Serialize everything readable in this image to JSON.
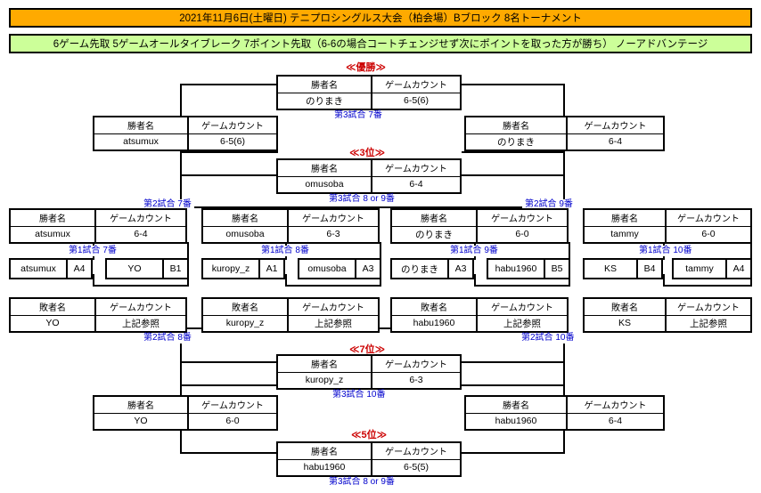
{
  "header": {
    "title": "2021年11月6日(土曜日)  テニプロシングルス大会（柏会場）Bブロック  8名トーナメント",
    "rules": "6ゲーム先取  5ゲームオールタイブレーク  7ポイント先取（6-6の場合コートチェンジせず次にポイントを取った方が勝ち）  ノーアドバンテージ",
    "title_bg": "#FFAA00",
    "rules_bg": "#CCFF99"
  },
  "labels": {
    "winner_name": "勝者名",
    "loser_name": "敗者名",
    "game_count": "ゲームカウント",
    "see_above": "上記参照"
  },
  "ranks": {
    "champion": "≪優勝≫",
    "third": "≪3位≫",
    "fifth": "≪5位≫",
    "seventh": "≪7位≫"
  },
  "match_labels": {
    "r1_7": "第1試合 7番",
    "r1_8": "第1試合 8番",
    "r1_9": "第1試合 9番",
    "r1_10": "第1試合 10番",
    "r2_7": "第2試合 7番",
    "r2_8": "第2試合 8番",
    "r2_9": "第2試合 9番",
    "r2_10": "第2試合 10番",
    "r3_7": "第3試合 7番",
    "r3_8or9_top": "第3試合 8 or 9番",
    "r3_10": "第3試合 10番",
    "r3_8or9_bottom": "第3試合 8 or 9番"
  },
  "round1": {
    "match7": [
      {
        "name": "atsumux",
        "seed": "A4"
      },
      {
        "name": "YO",
        "seed": "B1"
      }
    ],
    "match8": [
      {
        "name": "kuropy_z",
        "seed": "A1"
      },
      {
        "name": "omusoba",
        "seed": "A3"
      }
    ],
    "match9": [
      {
        "name": "のりまき",
        "seed": "A3"
      },
      {
        "name": "habu1960",
        "seed": "B5"
      }
    ],
    "match10": [
      {
        "name": "KS",
        "seed": "B4"
      },
      {
        "name": "tammy",
        "seed": "A4"
      }
    ]
  },
  "winners_r2": {
    "m7": {
      "name": "atsumux",
      "score": "6-4"
    },
    "m8": {
      "name": "omusoba",
      "score": "6-3"
    },
    "m9": {
      "name": "のりまき",
      "score": "6-0"
    },
    "m10": {
      "name": "tammy",
      "score": "6-0"
    }
  },
  "losers_r2": {
    "m7": {
      "name": "YO",
      "score": "上記参照"
    },
    "m8": {
      "name": "kuropy_z",
      "score": "上記参照"
    },
    "m9": {
      "name": "habu1960",
      "score": "上記参照"
    },
    "m10": {
      "name": "KS",
      "score": "上記参照"
    }
  },
  "semifinals": {
    "left_top": {
      "name": "atsumux",
      "score": "6-5(6)"
    },
    "right_top": {
      "name": "のりまき",
      "score": "6-4"
    },
    "left_bottom": {
      "name": "YO",
      "score": "6-0"
    },
    "right_bottom": {
      "name": "habu1960",
      "score": "6-4"
    }
  },
  "finals": {
    "champion": {
      "name": "のりまき",
      "score": "6-5(6)"
    },
    "third": {
      "name": "omusoba",
      "score": "6-4"
    },
    "seventh": {
      "name": "kuropy_z",
      "score": "6-3"
    },
    "fifth": {
      "name": "habu1960",
      "score": "6-5(5)"
    }
  }
}
